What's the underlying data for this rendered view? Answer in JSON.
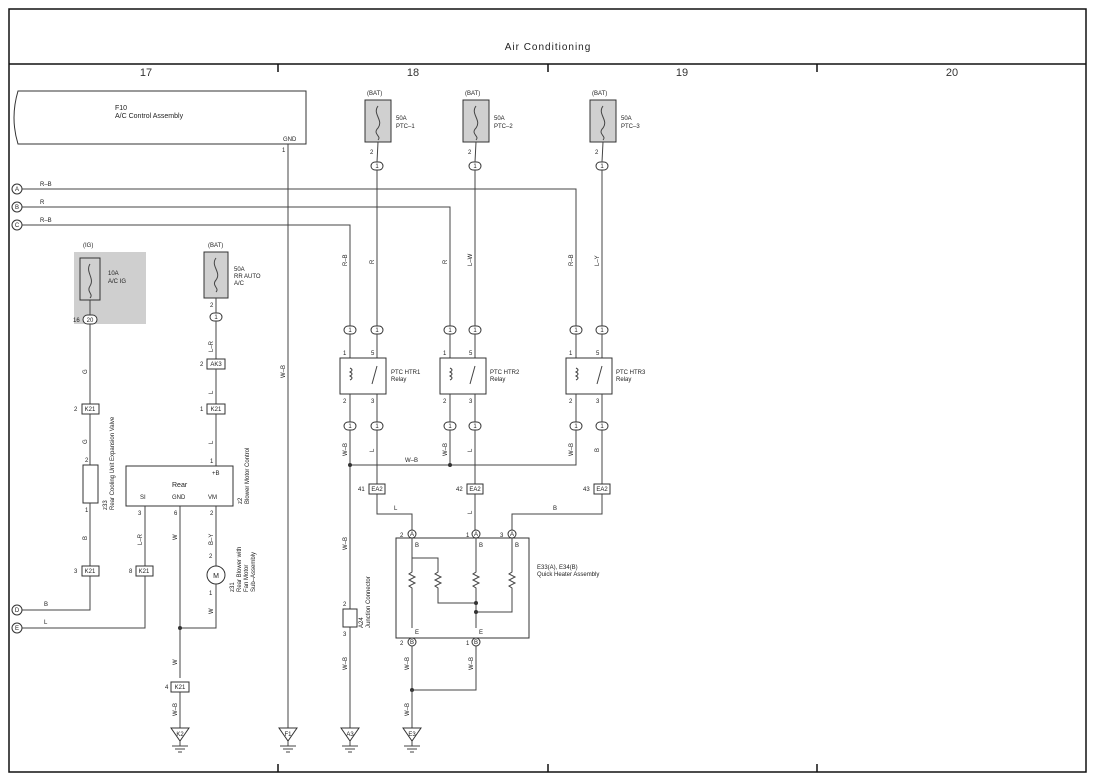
{
  "title": "Air Conditioning",
  "columns": [
    "17",
    "18",
    "19",
    "20"
  ],
  "control_assembly": {
    "code": "F10",
    "name": "A/C Control Assembly",
    "terminal": "GND",
    "pin": "1"
  },
  "side_connectors": {
    "a": "A",
    "b": "B",
    "c": "C",
    "d": "D",
    "e": "E"
  },
  "wire_colors": {
    "rb": "R–B",
    "r": "R",
    "lw": "L–W",
    "ly": "L–Y",
    "wb": "W–B",
    "g": "G",
    "b": "B",
    "l": "L",
    "w": "W",
    "lr": "L–R",
    "by": "B–Y"
  },
  "power": {
    "bat": "(BAT)",
    "ig": "(IG)"
  },
  "fuses": {
    "ptc1": {
      "rating": "50A",
      "name": "PTC–1"
    },
    "ptc2": {
      "rating": "50A",
      "name": "PTC–2"
    },
    "ptc3": {
      "rating": "50A",
      "name": "PTC–3"
    },
    "acig": {
      "rating": "10A",
      "name": "A/C IG"
    },
    "rrauto": {
      "rating": "50A",
      "name": "RR AUTO",
      "name2": "A/C"
    }
  },
  "relays": {
    "r1": {
      "name": "PTC HTR1",
      "sub": "Relay"
    },
    "r2": {
      "name": "PTC HTR2",
      "sub": "Relay"
    },
    "r3": {
      "name": "PTC HTR3",
      "sub": "Relay"
    }
  },
  "connectors": {
    "c20": "20",
    "ak3": "AK3",
    "k21": "K21",
    "ea2": "EA2",
    "a": "A",
    "b": "B",
    "one": "1"
  },
  "pins": {
    "p1": "1",
    "p2": "2",
    "p3": "3",
    "p4": "4",
    "p5": "5",
    "p6": "6",
    "p8": "8",
    "p16": "16",
    "p41": "41",
    "p42": "42",
    "p43": "43"
  },
  "expansion_valve": {
    "code": "z33",
    "name": "Rear Cooling Unit Expansion Valve"
  },
  "blower_control": {
    "code": "z2",
    "name": "Blower Motor Control",
    "header": "Rear",
    "t_si": "SI",
    "t_gnd": "GND",
    "t_vm": "VM",
    "t_b": "+B"
  },
  "blower_motor": {
    "code": "z31",
    "name": "Rear Blower with",
    "name2": "Fan Motor",
    "name3": "Sub–Assembly",
    "symbol": "M"
  },
  "junction": {
    "code": "A24",
    "name": "Junction Connector"
  },
  "quick_heater": {
    "code": "E33(A), E34(B)",
    "name": "Quick Heater Assembly",
    "term_b": "B",
    "term_e": "E"
  },
  "grounds": {
    "k2": "K2",
    "f1": "F1",
    "a3": "A3",
    "e3": "E3"
  }
}
